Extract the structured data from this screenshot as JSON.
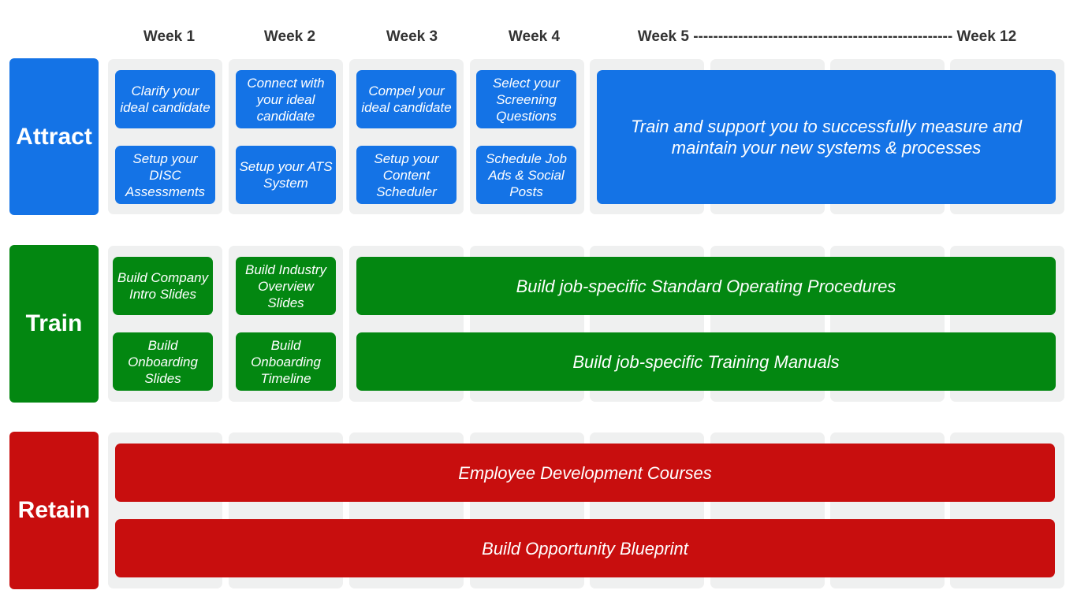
{
  "headers": {
    "week1": "Week 1",
    "week2": "Week 2",
    "week3": "Week 3",
    "week4": "Week 4",
    "week5_to_12": "Week 5 ---------------------------------------------------- Week 12"
  },
  "colors": {
    "attract": "#1473e6",
    "train": "#038711",
    "retain": "#c80e0e",
    "column_background": "#eff0f0"
  },
  "rows": {
    "attract": {
      "label": "Attract",
      "tasks": {
        "w1_top": "Clarify your ideal candidate",
        "w1_bottom": "Setup your DISC Assessments",
        "w2_top": "Connect with your ideal candidate",
        "w2_bottom": "Setup your ATS System",
        "w3_top": "Compel your ideal candidate",
        "w3_bottom": "Setup your Content Scheduler",
        "w4_top": "Select your Screening Questions",
        "w4_bottom": "Schedule Job Ads & Social Posts",
        "w5_12": "Train and support you to successfully measure and maintain your new systems & processes"
      }
    },
    "train": {
      "label": "Train",
      "tasks": {
        "w1_top": "Build Company Intro Slides",
        "w1_bottom": "Build Onboarding Slides",
        "w2_top": "Build Industry Overview Slides",
        "w2_bottom": "Build Onboarding Timeline",
        "w3_12_top": "Build job-specific Standard Operating Procedures",
        "w3_12_bottom": "Build job-specific Training Manuals"
      }
    },
    "retain": {
      "label": "Retain",
      "tasks": {
        "w1_12_top": "Employee Development Courses",
        "w1_12_bottom": "Build Opportunity Blueprint"
      }
    }
  }
}
